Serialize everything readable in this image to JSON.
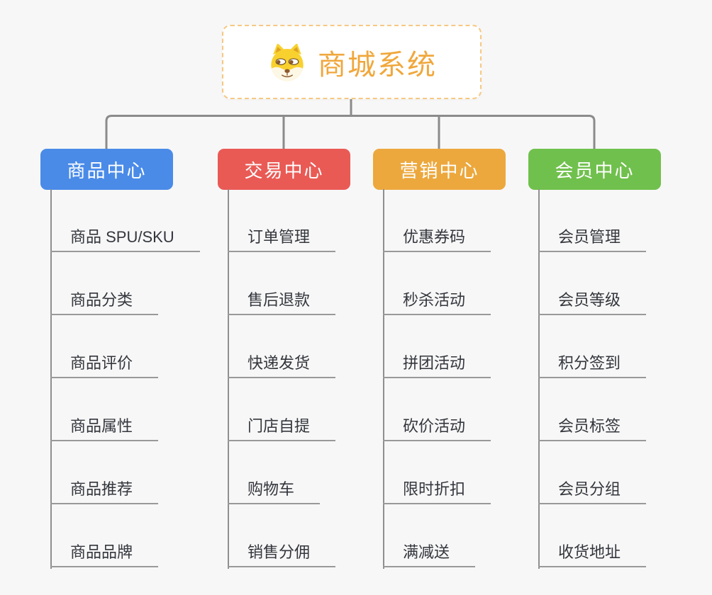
{
  "root": {
    "title": "商城系统",
    "icon": "doge-icon"
  },
  "branches": [
    {
      "label": "商品中心",
      "color": "#4a8be8",
      "children": [
        "商品 SPU/SKU",
        "商品分类",
        "商品评价",
        "商品属性",
        "商品推荐",
        "商品品牌"
      ]
    },
    {
      "label": "交易中心",
      "color": "#ea5a55",
      "children": [
        "订单管理",
        "售后退款",
        "快递发货",
        "门店自提",
        "购物车",
        "销售分佣"
      ]
    },
    {
      "label": "营销中心",
      "color": "#eca83d",
      "children": [
        "优惠券码",
        "秒杀活动",
        "拼团活动",
        "砍价活动",
        "限时折扣",
        "满减送"
      ]
    },
    {
      "label": "会员中心",
      "color": "#70c04d",
      "children": [
        "会员管理",
        "会员等级",
        "积分签到",
        "会员标签",
        "会员分组",
        "收货地址"
      ]
    }
  ],
  "colors": {
    "background": "#f7f7f7",
    "connector_line": "#8b8b8b",
    "leaf_underline": "#999999",
    "leaf_text": "#33363c",
    "root_accent": "#f0a73c",
    "root_border": "#f6c883"
  }
}
